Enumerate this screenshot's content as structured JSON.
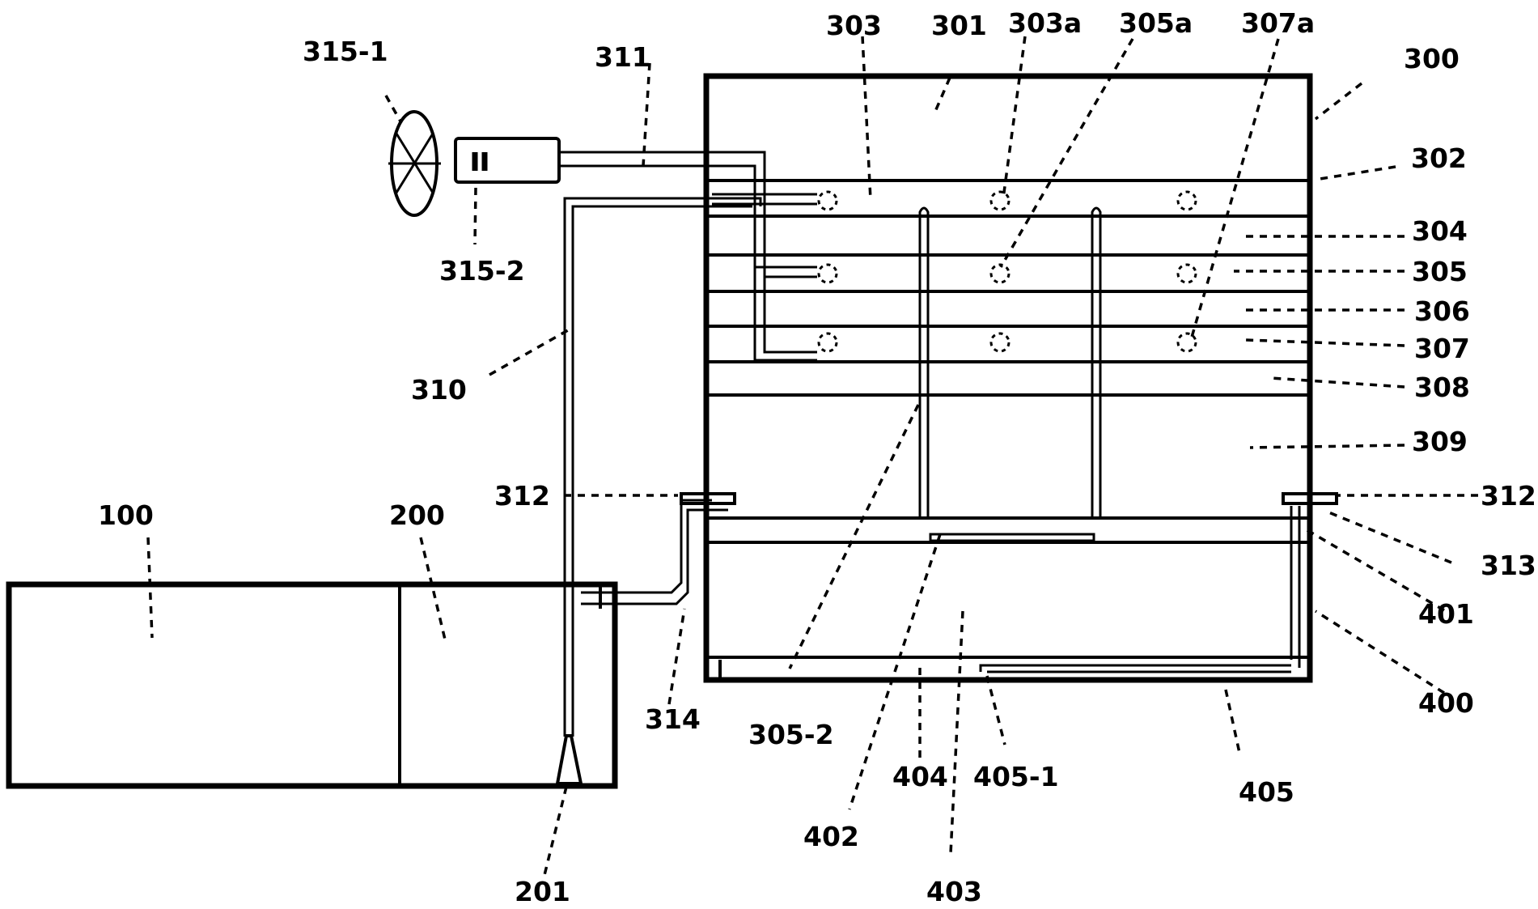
{
  "labels": {
    "l100": "100",
    "l200": "200",
    "l201": "201",
    "l300": "300",
    "l301": "301",
    "l302": "302",
    "l303": "303",
    "l303a": "303a",
    "l304": "304",
    "l305": "305",
    "l305a": "305a",
    "l305_2": "305-2",
    "l306": "306",
    "l307": "307",
    "l307a": "307a",
    "l308": "308",
    "l309": "309",
    "l310": "310",
    "l311": "311",
    "l312_left": "312",
    "l312_right": "312",
    "l313": "313",
    "l314": "314",
    "l315_1": "315-1",
    "l315_2": "315-2",
    "l400": "400",
    "l401": "401",
    "l402": "402",
    "l403": "403",
    "l404": "404",
    "l405": "405",
    "l405_1": "405-1"
  }
}
